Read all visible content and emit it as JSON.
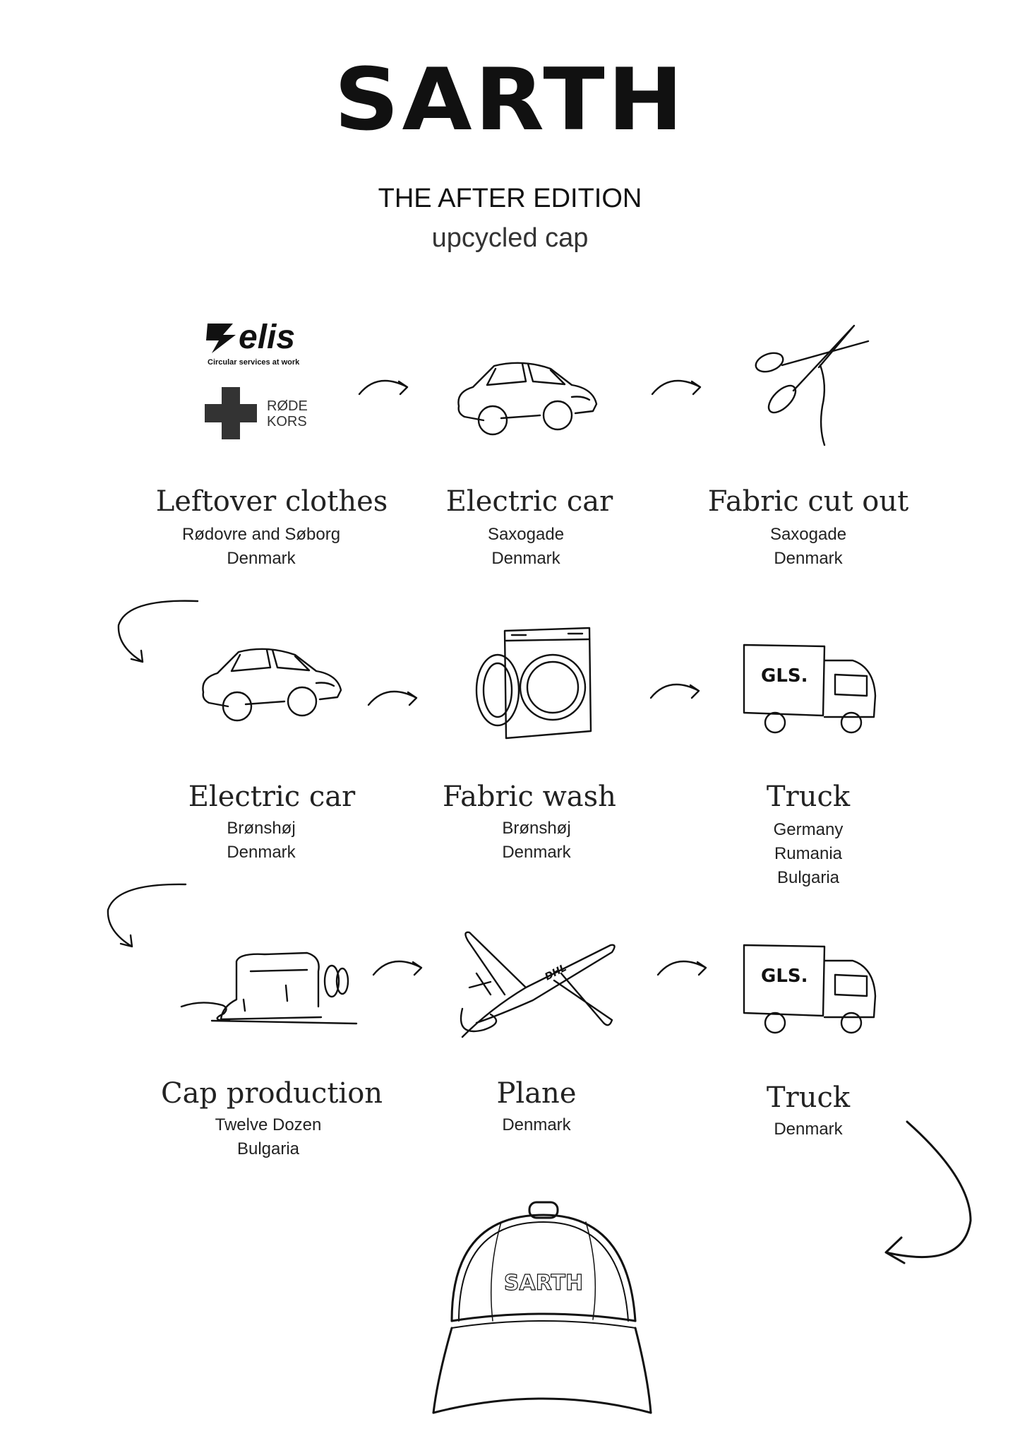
{
  "brand": "SARTH",
  "edition_title": "THE AFTER EDITION",
  "edition_subtitle": "upcycled cap",
  "logos": {
    "elis_name": "elis",
    "elis_tagline": "Circular services at work",
    "rodekors_line1": "RØDE",
    "rodekors_line2": "KORS"
  },
  "truck_logo_text": "GLS.",
  "plane_logo_text": "DHL",
  "cap_logo_text": "SARTH",
  "steps": [
    {
      "title": "Leftover clothes",
      "lines": [
        "Rødovre and Søborg",
        "Denmark"
      ],
      "icon": "clothes-donor-logos"
    },
    {
      "title": "Electric car",
      "lines": [
        "Saxogade",
        "Denmark"
      ],
      "icon": "car-icon"
    },
    {
      "title": "Fabric cut out",
      "lines": [
        "Saxogade",
        "Denmark"
      ],
      "icon": "scissors-icon"
    },
    {
      "title": "Electric car",
      "lines": [
        "Brønshøj",
        "Denmark"
      ],
      "icon": "car-icon"
    },
    {
      "title": "Fabric wash",
      "lines": [
        "Brønshøj",
        "Denmark"
      ],
      "icon": "washing-machine-icon"
    },
    {
      "title": "Truck",
      "lines": [
        "Germany",
        "Rumania",
        "Bulgaria"
      ],
      "icon": "truck-icon"
    },
    {
      "title": "Cap production",
      "lines": [
        "Twelve Dozen",
        "Bulgaria"
      ],
      "icon": "sewing-machine-icon"
    },
    {
      "title": "Plane",
      "lines": [
        "Denmark"
      ],
      "icon": "plane-icon"
    },
    {
      "title": "Truck",
      "lines": [
        "Denmark"
      ],
      "icon": "truck-icon"
    }
  ]
}
